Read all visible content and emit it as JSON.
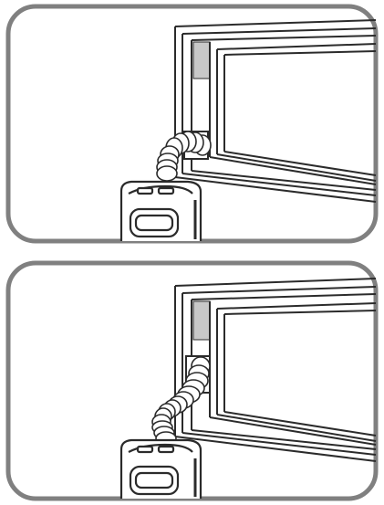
{
  "figure": {
    "panels": [
      {
        "id": "panel-1",
        "hose_rings": 9
      },
      {
        "id": "panel-2",
        "hose_rings": 14
      }
    ],
    "colors": {
      "frame_border": "#808080",
      "line": "#2b2b2b",
      "glass_strip": "#c8c8c8",
      "background": "#ffffff"
    }
  }
}
